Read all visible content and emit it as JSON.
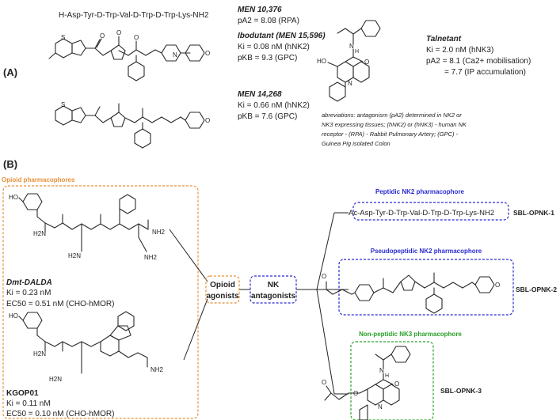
{
  "panel_a": {
    "label": "(A)",
    "peptide_sequence": "H-Asp-Tyr-D-Trp-Val-D-Trp-D-Trp-Lys-NH2",
    "men10376": {
      "name": "MEN 10,376",
      "pa2": "pA2 = 8.08 (RPA)"
    },
    "ibodutant": {
      "name": "Ibodutant (MEN 15,596)",
      "ki": "Ki = 0.08 nM (hNK2)",
      "pkb": "pKB = 9.3 (GPC)"
    },
    "men14268": {
      "name": "MEN 14,268",
      "ki": "Ki = 0.66 nM (hNK2)",
      "pkb": "pKB = 7.6 (GPC)"
    },
    "talnetant": {
      "name": "Talnetant",
      "ki": "Ki = 2.0 nM (hNK3)",
      "pa2": "pA2 = 8.1 (Ca2+ mobilisation)",
      "pa2b": "= 7.7 (IP accumulation)",
      "ho": "HO",
      "nh": "H",
      "n": "N",
      "o": "O"
    },
    "abbreviations": [
      "abreviations: antagonism (pA2) determined in NK2 or",
      "NK3 expressing tissues; (hNK2) or (hNK3) - human NK",
      "receptor - (RPA) - Rabbit Pulmonary Artery; (GPC) -",
      "Guinea Pig isolated Colon"
    ]
  },
  "panel_b": {
    "label": "(B)",
    "opioid_title": "Opioid pharmacophores",
    "dmt": {
      "name": "Dmt-DALDA",
      "ki": "Ki = 0.23 nM",
      "ec50": "EC50 = 0.51 nM (CHO-hMOR)"
    },
    "kgop": {
      "name": "KGOP01",
      "ki": "Ki = 0.11 nM",
      "ec50": "EC50 = 0.10 nM (CHO-hMOR)"
    },
    "opioid_agonists": [
      "Opioid",
      "agonists"
    ],
    "nk_antagonists": [
      "NK",
      "antagonists"
    ],
    "peptidic_title": "Peptidic NK2 pharmacophore",
    "peptidic_seq": "Ac-Asp-Tyr-D-Trp-Val-D-Trp-D-Trp-Lys-NH2",
    "sbl1": "SBL-OPNK-1",
    "pseudo_title": "Pseudopeptidic NK2 pharmacophore",
    "sbl2": "SBL-OPNK-2",
    "nonpep_title": "Non-peptidic NK3 pharmacophore",
    "sbl3": "SBL-OPNK-3",
    "atoms": {
      "ho": "HO",
      "h2n": "H2N",
      "nh2": "NH2",
      "n": "N",
      "h": "H",
      "s": "S",
      "o": "O"
    }
  },
  "colors": {
    "opioid": "#e8913a",
    "peptidic": "#2a2ad0",
    "nonpeptidic": "#2aa02a",
    "nk_box": "#2a2ad0"
  }
}
